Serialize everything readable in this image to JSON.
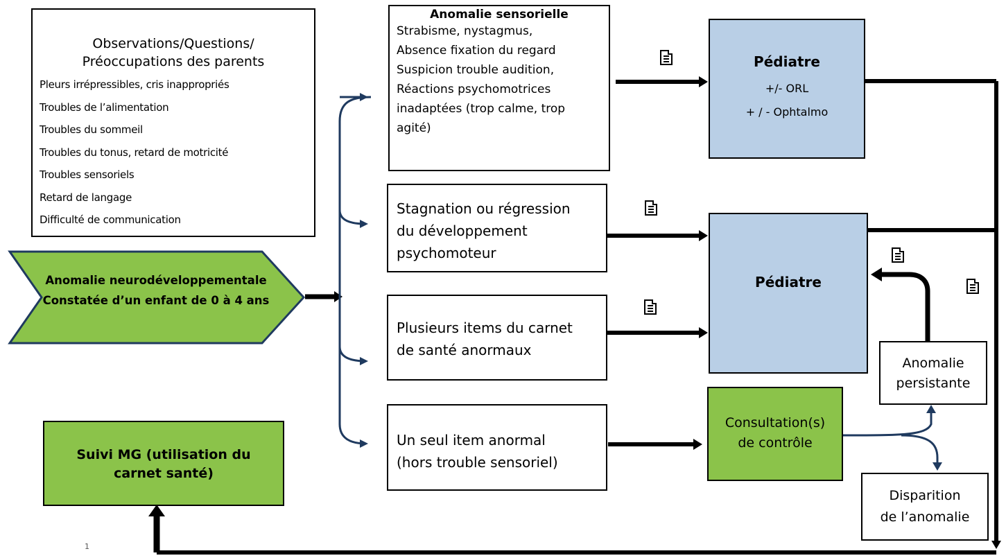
{
  "parents_box": {
    "title_lines": [
      "Observations/Questions/",
      "Préoccupations des parents"
    ],
    "items": [
      "Pleurs irrépressibles, cris inappropriés",
      "Troubles de l’alimentation",
      "Troubles du sommeil",
      "Troubles du tonus, retard de motricité",
      "Troubles sensoriels",
      "Retard de langage",
      "Difficulté de communication"
    ]
  },
  "start": {
    "line1": "Anomalie neurodéveloppementale",
    "line2": "Constatée d’un enfant de 0 à 4 ans"
  },
  "branches": {
    "sensorial": {
      "title": "Anomalie sensorielle",
      "lines": [
        "Strabisme, nystagmus,",
        "Absence fixation du regard",
        "Suspicion trouble audition,",
        "Réactions psychomotrices",
        "inadaptées (trop calme, trop",
        "agité)"
      ]
    },
    "stagnation": {
      "lines": [
        "Stagnation ou régression",
        "du développement",
        "psychomoteur"
      ]
    },
    "several": {
      "lines": [
        "Plusieurs items du carnet",
        "de santé anormaux"
      ]
    },
    "single": {
      "lines": [
        "Un seul item anormal",
        "(hors trouble sensoriel)"
      ]
    }
  },
  "pediatre_top": {
    "title": "Pédiatre",
    "line1": "+/- ORL",
    "line2": "+ / - Ophtalmo"
  },
  "pediatre_main": {
    "title": "Pédiatre"
  },
  "consultation": {
    "line1": "Consultation(s)",
    "line2": "de contrôle"
  },
  "persistante": {
    "line1": "Anomalie",
    "line2": "persistante"
  },
  "disparition": {
    "line1": "Disparition",
    "line2": "de l’anomalie"
  },
  "suivi": {
    "line1": "Suivi MG (utilisation du",
    "line2": "carnet santé)"
  },
  "page_number": "1",
  "colors": {
    "blue_box": "#b9cfe6",
    "green_box": "#8bc34a",
    "bracket": "#1f3a5f"
  },
  "icons": [
    "document-icon"
  ]
}
